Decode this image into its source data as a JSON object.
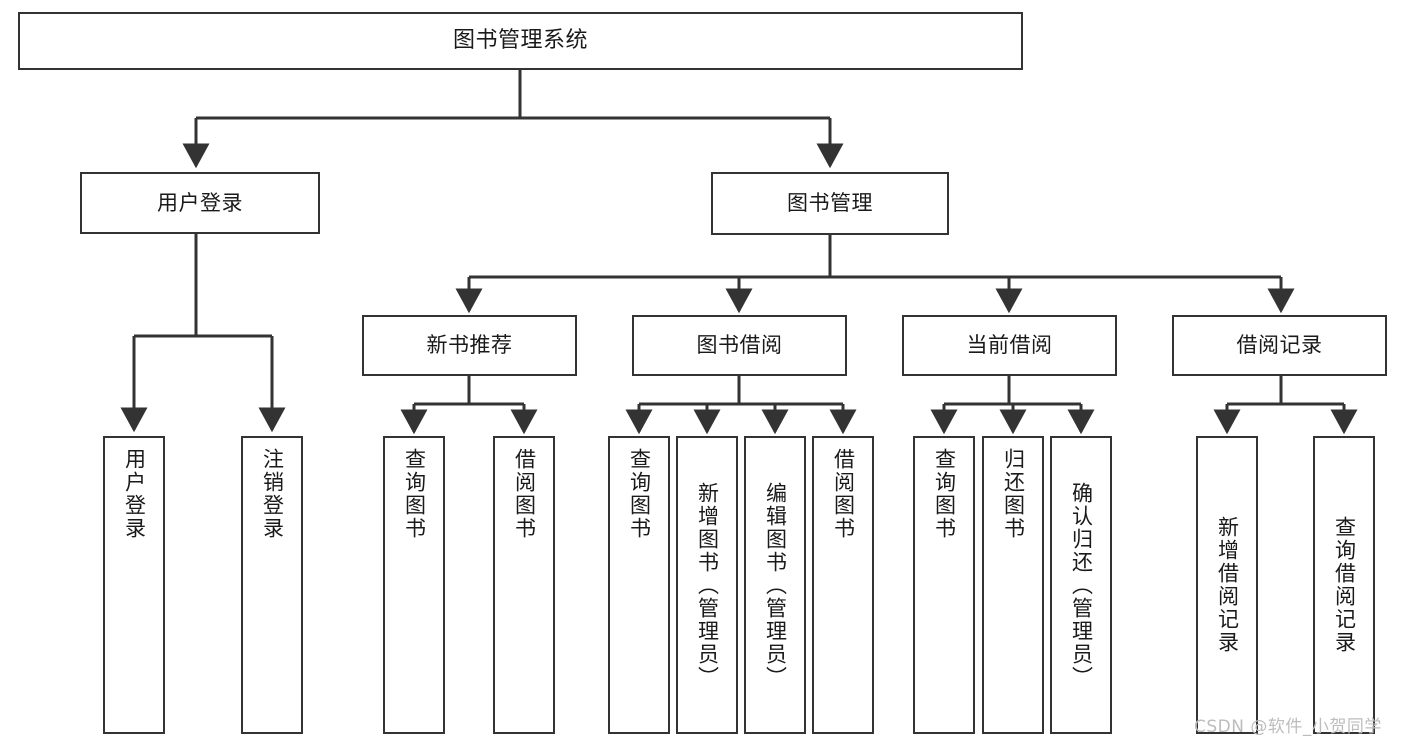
{
  "diagram": {
    "title": "图书管理系统",
    "type": "tree",
    "orientation": "top-down",
    "colors": {
      "box_border": "#333333",
      "box_fill": "#ffffff",
      "connector": "#333333",
      "text": "#1a1a1a",
      "watermark": "#bdbdbd",
      "background": "#ffffff"
    },
    "nodes": {
      "root": {
        "label": "图书管理系统"
      },
      "level2": [
        {
          "label": "用户登录"
        },
        {
          "label": "图书管理"
        }
      ],
      "level3": [
        {
          "label": "新书推荐"
        },
        {
          "label": "图书借阅"
        },
        {
          "label": "当前借阅"
        },
        {
          "label": "借阅记录"
        }
      ],
      "leaves": {
        "user_login": [
          {
            "label": "用户登录"
          },
          {
            "label": "注销登录"
          }
        ],
        "new_book_recommend": [
          {
            "label": "查询图书"
          },
          {
            "label": "借阅图书"
          }
        ],
        "book_borrow": [
          {
            "label": "查询图书"
          },
          {
            "label": "新增图书（管理员）"
          },
          {
            "label": "编辑图书（管理员）"
          },
          {
            "label": "借阅图书"
          }
        ],
        "current_borrow": [
          {
            "label": "查询图书"
          },
          {
            "label": "归还图书"
          },
          {
            "label": "确认归还（管理员）"
          }
        ],
        "borrow_record": [
          {
            "label": "新增借阅记录"
          },
          {
            "label": "查询借阅记录"
          }
        ]
      }
    },
    "watermark": "CSDN @软件_小贺同学"
  }
}
